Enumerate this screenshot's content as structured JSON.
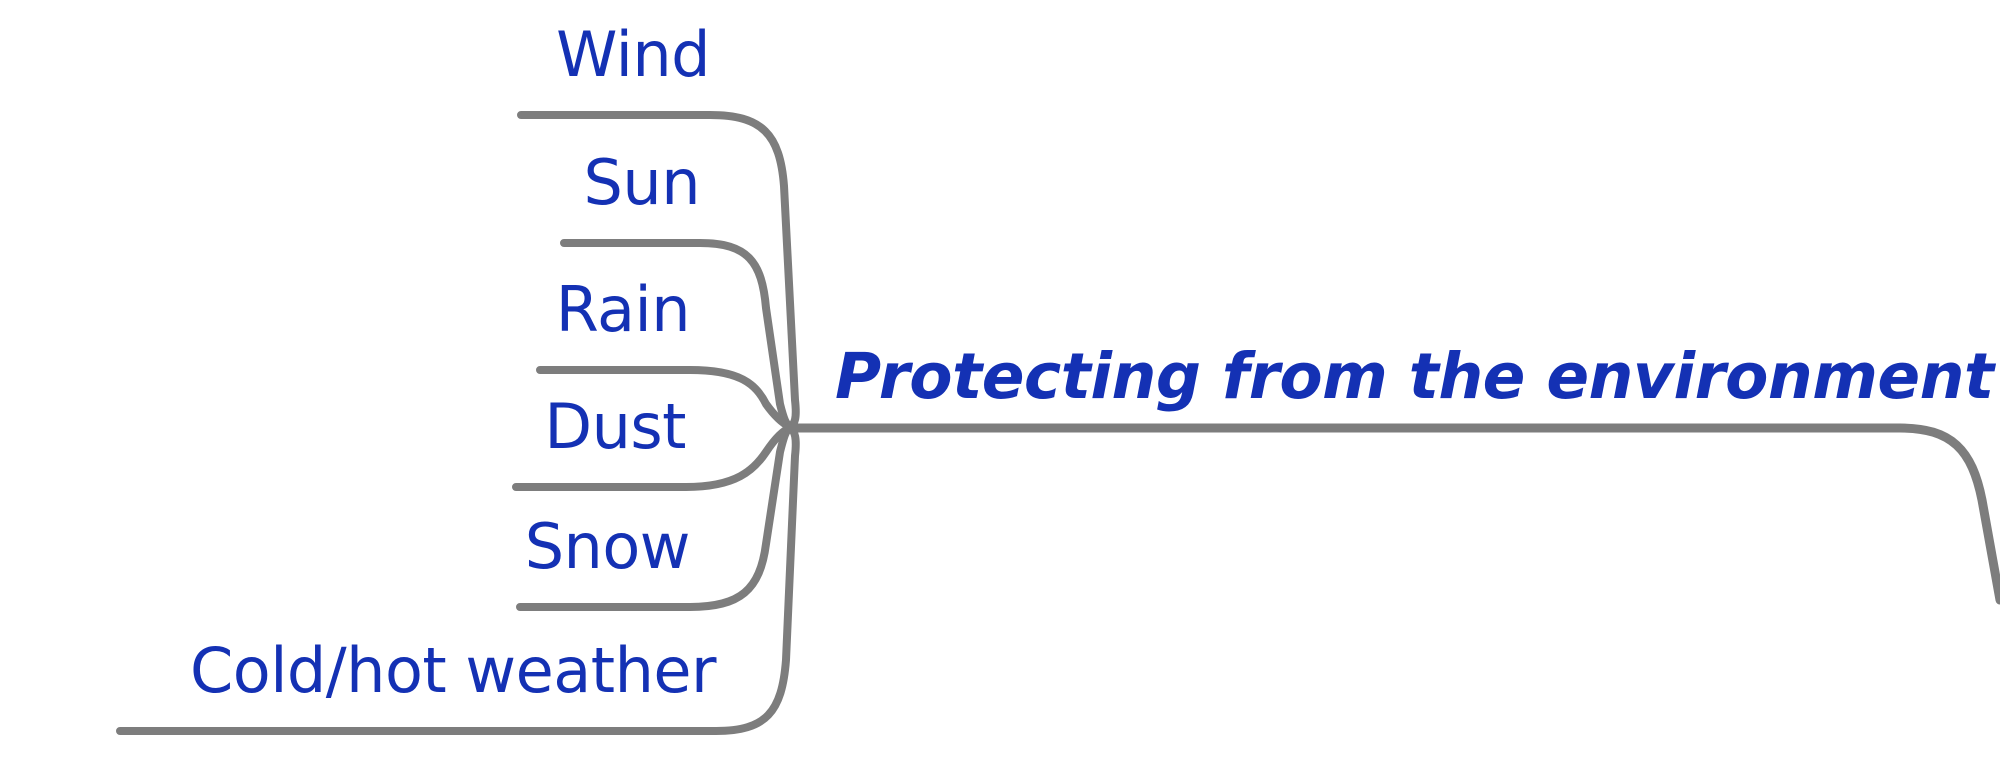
{
  "diagram": {
    "type": "mind-map",
    "orientation": "left-branches-to-center-right-trunk",
    "background_color": "#ffffff",
    "text_color": "#1431b4",
    "line_color": "#7d7d7d",
    "root": {
      "label": "Protecting from the environment",
      "style": "bold-italic"
    },
    "branches": [
      {
        "label": "Wind"
      },
      {
        "label": "Sun"
      },
      {
        "label": "Rain"
      },
      {
        "label": "Dust"
      },
      {
        "label": "Snow"
      },
      {
        "label": "Cold/hot weather"
      }
    ],
    "branch_count": 6,
    "trunk_note": "Main horizontal trunk runs right from the convergence node and curves downward off the right edge."
  }
}
